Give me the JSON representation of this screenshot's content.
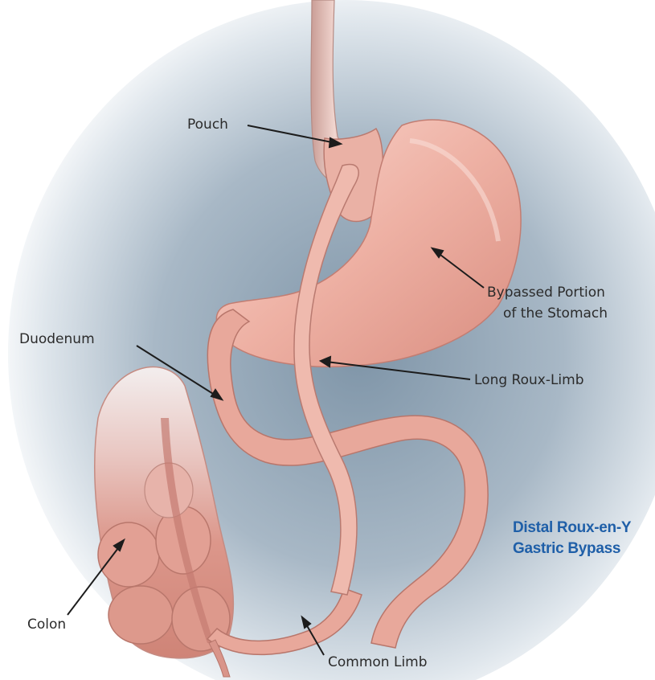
{
  "labels": {
    "pouch": "Pouch",
    "bypassed_line1": "Bypassed Portion",
    "bypassed_line2": "of the Stomach",
    "duodenum": "Duodenum",
    "long_roux_limb": "Long Roux-Limb",
    "colon": "Colon",
    "common_limb": "Common Limb"
  },
  "title": {
    "line1": "Distal Roux-en-Y",
    "line2": "Gastric Bypass"
  },
  "colors": {
    "tissue": "#eaa99c",
    "tissue_dark": "#c97a6e",
    "tissue_light": "#f6cfc6",
    "title": "#1f5fa8",
    "shadow": "#8ea3b5"
  }
}
